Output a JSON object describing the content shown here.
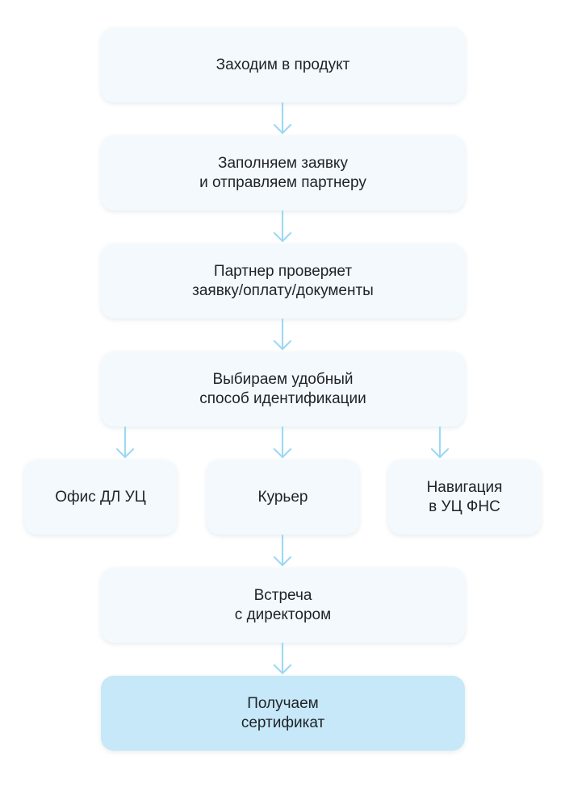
{
  "flow": {
    "steps": {
      "enter_product": "Заходим в продукт",
      "fill_application": "Заполняем заявку\nи отправляем партнеру",
      "partner_checks": "Партнер проверяет\nзаявку/оплату/документы",
      "choose_identification": "Выбираем удобный\nспособ идентификации",
      "office": "Офис ДЛ УЦ",
      "courier": "Курьер",
      "navigation": "Навигация\nв УЦ ФНС",
      "meeting": "Встреча\nс директором",
      "get_certificate": "Получаем\nсертификат"
    },
    "colors": {
      "node_fill": "#f3f9fc",
      "final_node_fill": "#c6e8f8",
      "arrow": "#9ed9f4",
      "text": "#1f2328"
    }
  }
}
